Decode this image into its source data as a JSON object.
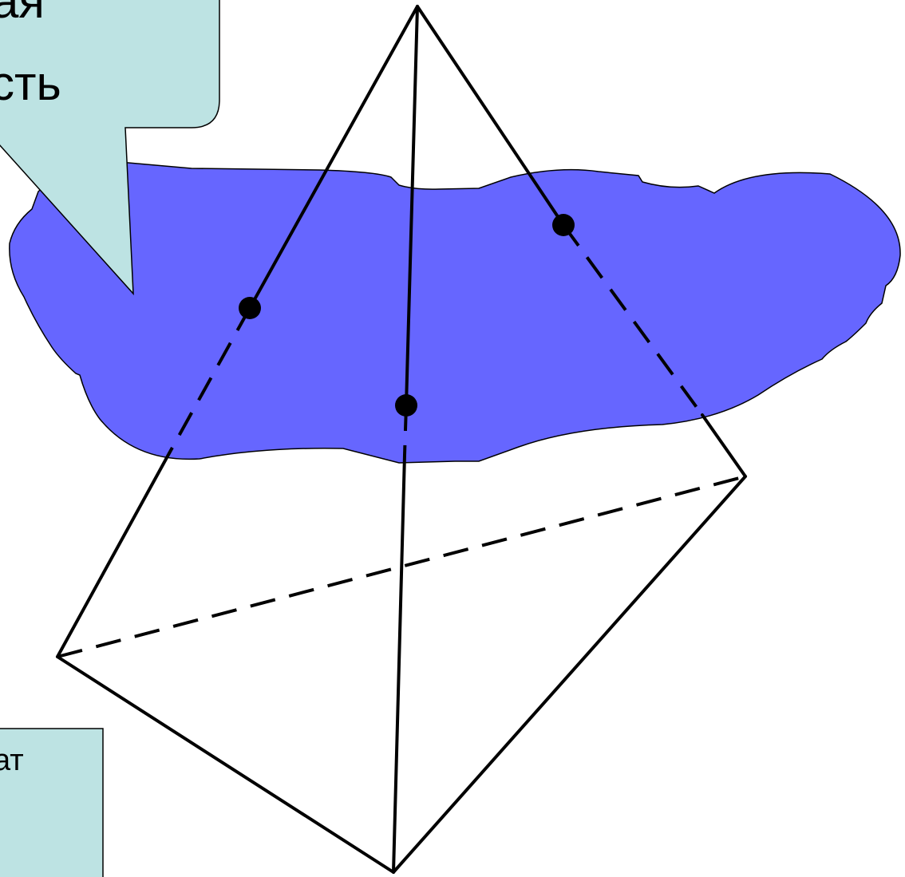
{
  "diagram": {
    "callout": {
      "lines": [
        "ая",
        "сть"
      ]
    },
    "note": {
      "text": "ат"
    },
    "colors": {
      "plane_fill": "#6666ff",
      "callout_fill": "#bde3e3",
      "edge_color": "#000000",
      "point_color": "#000000"
    },
    "shape": "pyramid-cut-by-plane",
    "icons": [
      "plane-blob",
      "callout-bubble",
      "intersection-point"
    ]
  }
}
